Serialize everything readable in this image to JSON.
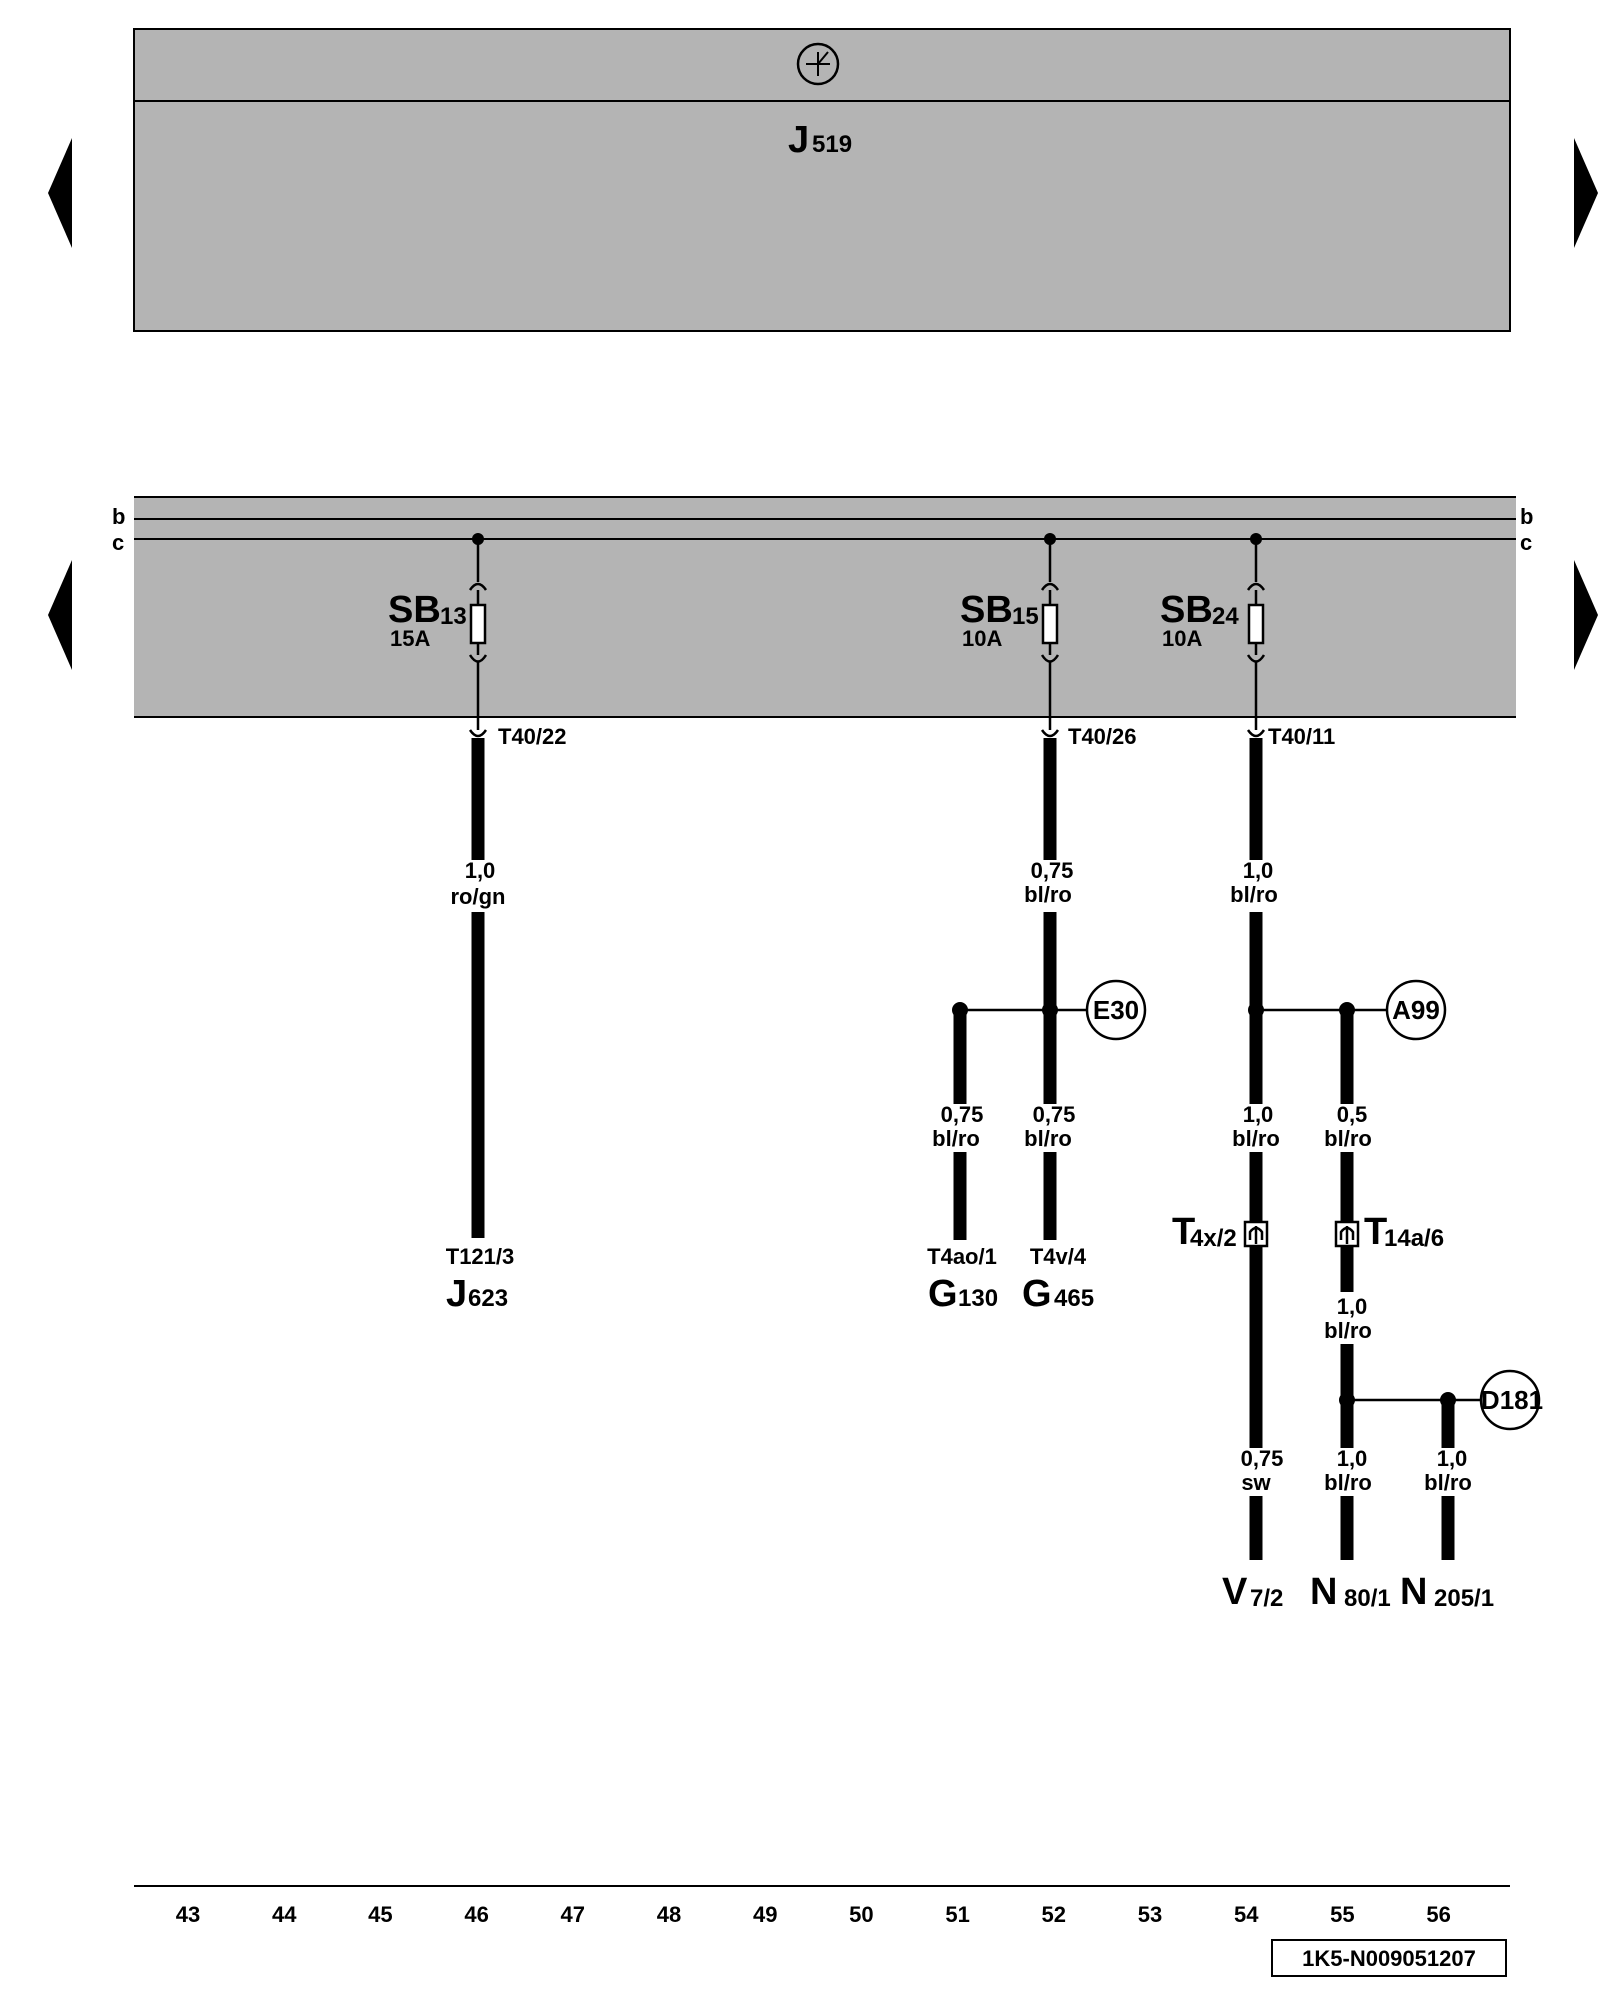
{
  "control_unit": {
    "name": "J",
    "sub": "519"
  },
  "bus_labels": {
    "b": "b",
    "c": "c"
  },
  "fuses": [
    {
      "name": "SB",
      "sub": "13",
      "rating": "15A",
      "terminal": "T40/22"
    },
    {
      "name": "SB",
      "sub": "15",
      "rating": "10A",
      "terminal": "T40/26"
    },
    {
      "name": "SB",
      "sub": "24",
      "rating": "10A",
      "terminal": "T40/11"
    }
  ],
  "wires": {
    "w46": {
      "size": "1,0",
      "color": "ro/gn"
    },
    "w52_top": {
      "size": "0,75",
      "color": "bl/ro"
    },
    "w54_top": {
      "size": "1,0",
      "color": "bl/ro"
    },
    "w51": {
      "size": "0,75",
      "color": "bl/ro"
    },
    "w52_bot": {
      "size": "0,75",
      "color": "bl/ro"
    },
    "w54_mid": {
      "size": "1,0",
      "color": "bl/ro"
    },
    "w55_mid": {
      "size": "0,5",
      "color": "bl/ro"
    },
    "w55_low": {
      "size": "1,0",
      "color": "bl/ro"
    },
    "w54_bot": {
      "size": "0,75",
      "color": "sw"
    },
    "w55_bot": {
      "size": "1,0",
      "color": "bl/ro"
    },
    "w56_bot": {
      "size": "1,0",
      "color": "bl/ro"
    }
  },
  "connection_points": {
    "e30": "E30",
    "a99": "A99",
    "d181": "D181"
  },
  "connectors": {
    "t4x": {
      "name": "T",
      "sub": "4x/2"
    },
    "t14a": {
      "name": "T",
      "sub": "14a/6"
    }
  },
  "components": {
    "j623": {
      "pin": "T121/3",
      "name": "J",
      "sub": "623"
    },
    "g130": {
      "pin": "T4ao/1",
      "name": "G",
      "sub": "130"
    },
    "g465": {
      "pin": "T4v/4",
      "name": "G",
      "sub": "465"
    },
    "v7": {
      "name": "V",
      "sub": "7/2"
    },
    "n80": {
      "name": "N",
      "sub": "80/1"
    },
    "n205": {
      "name": "N",
      "sub": "205/1"
    }
  },
  "grid_numbers": [
    "43",
    "44",
    "45",
    "46",
    "47",
    "48",
    "49",
    "50",
    "51",
    "52",
    "53",
    "54",
    "55",
    "56"
  ],
  "diagram_id": "1K5-N009051207"
}
